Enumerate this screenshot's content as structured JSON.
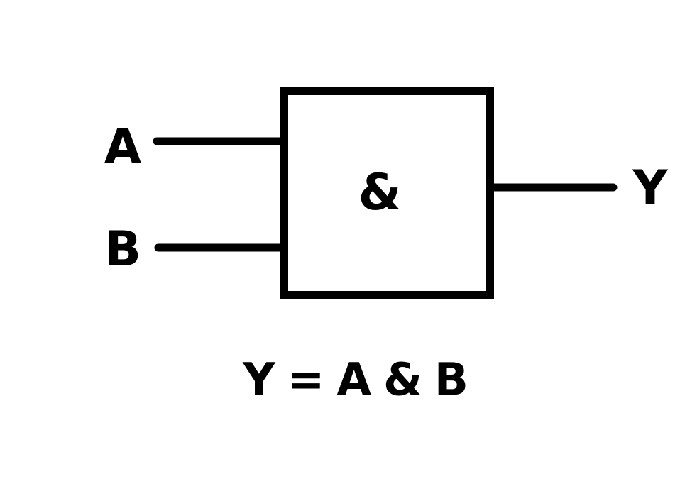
{
  "diagram": {
    "gate": {
      "symbol": "&"
    },
    "inputs": [
      {
        "label": "A"
      },
      {
        "label": "B"
      }
    ],
    "output": {
      "label": "Y"
    },
    "equation": "Y = A & B",
    "colors": {
      "ink": "#000000",
      "background": "#ffffff"
    }
  }
}
